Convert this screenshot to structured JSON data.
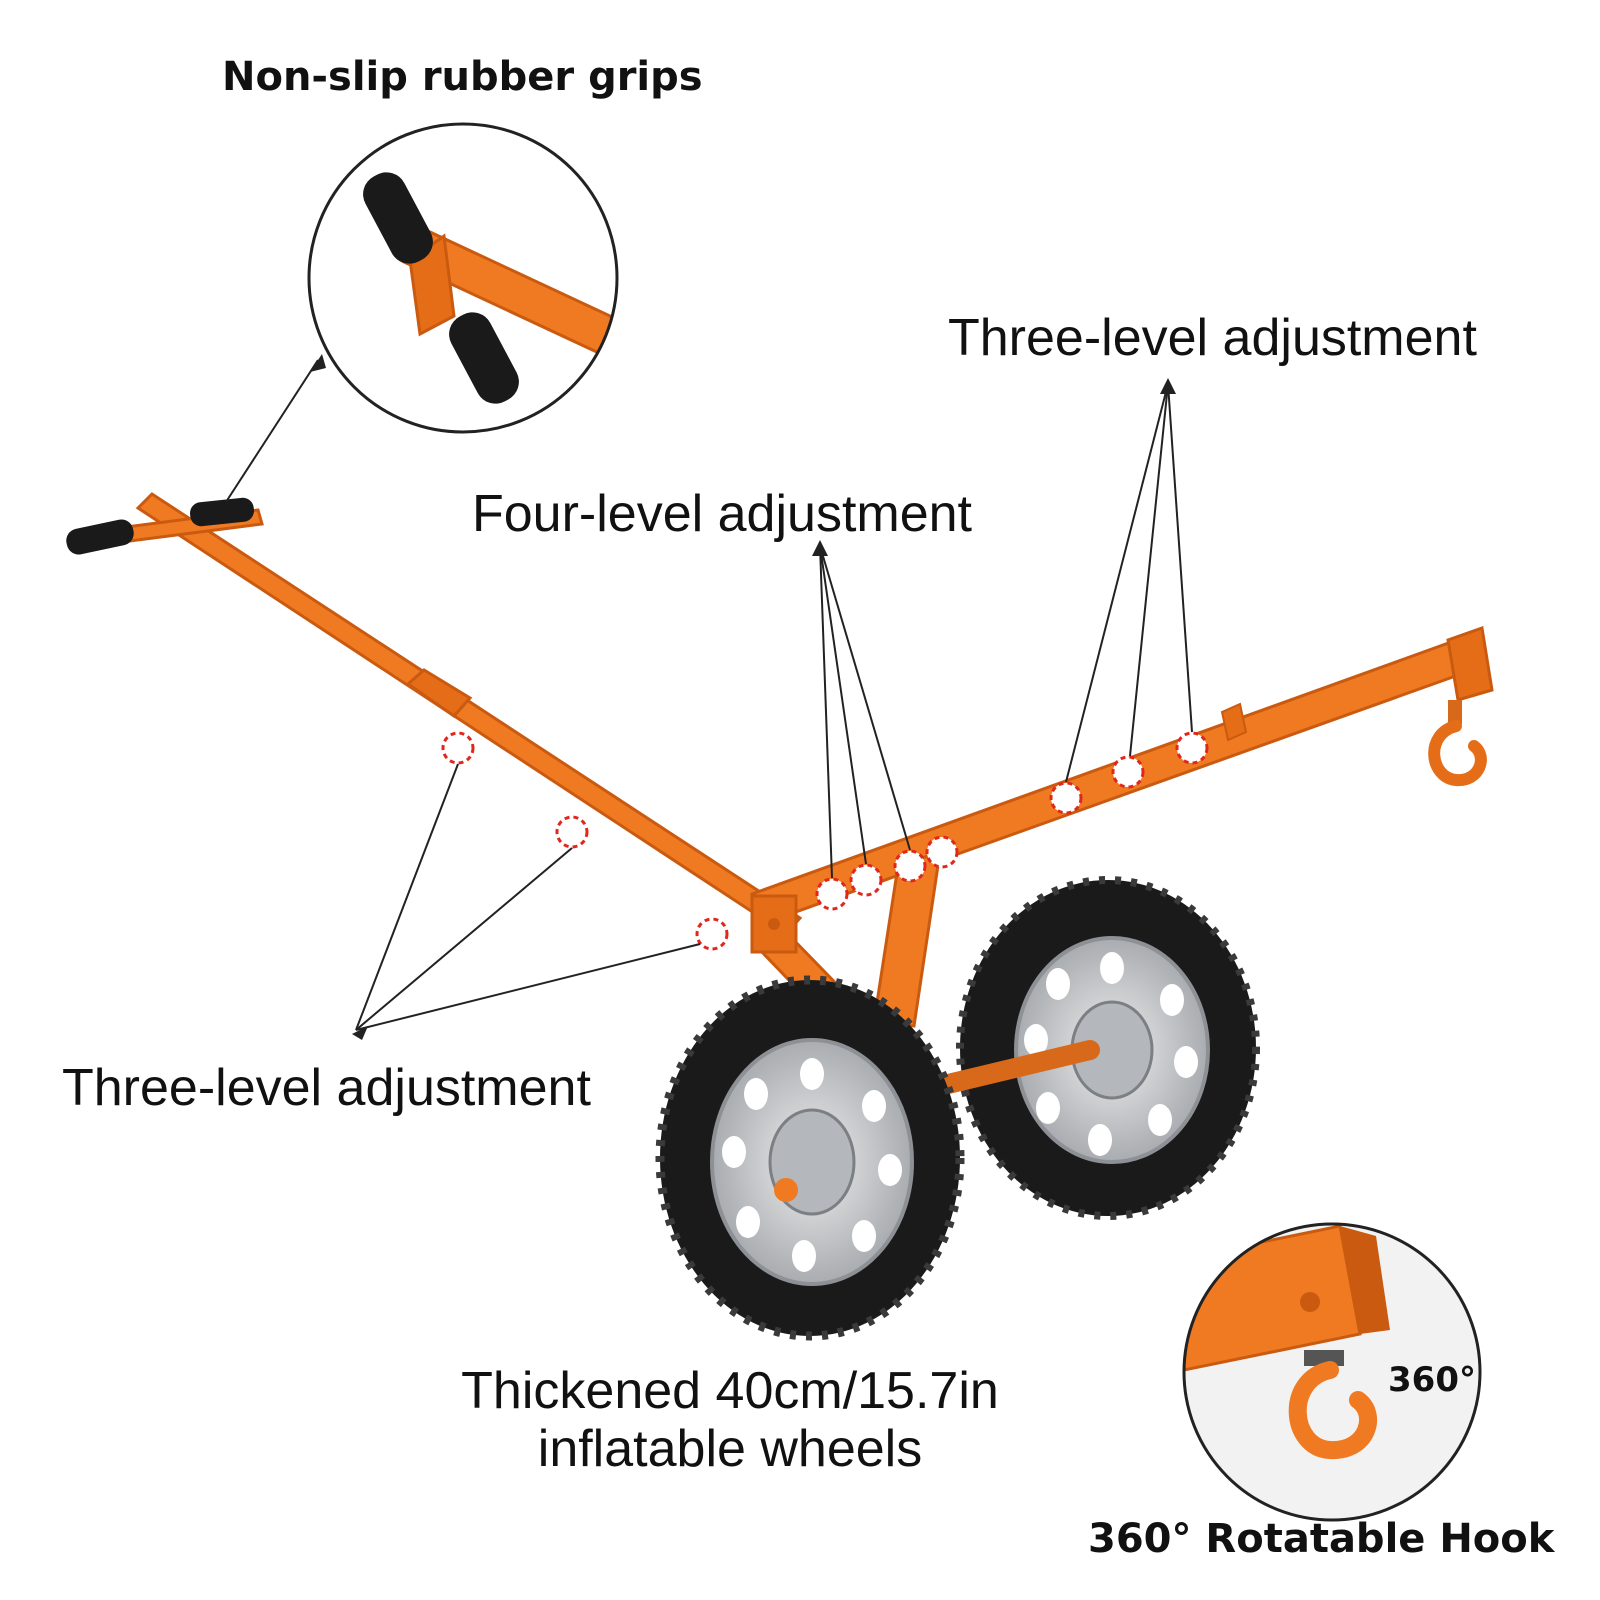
{
  "labels": {
    "grips": "Non-slip rubber grips",
    "three_level_right": "Three-level adjustment",
    "four_level": "Four-level adjustment",
    "three_level_left": "Three-level adjustment",
    "wheels_line1": "Thickened 40cm/15.7in",
    "wheels_line2": "inflatable wheels",
    "hook": "360° Rotatable Hook",
    "rotation_badge": "360°"
  },
  "colors": {
    "frame": "#f07a22",
    "frame_dark": "#c95a10",
    "tire": "#1a1a1a",
    "rim": "#c7c9cc",
    "marker": "#e0271c",
    "text": "#111111"
  }
}
